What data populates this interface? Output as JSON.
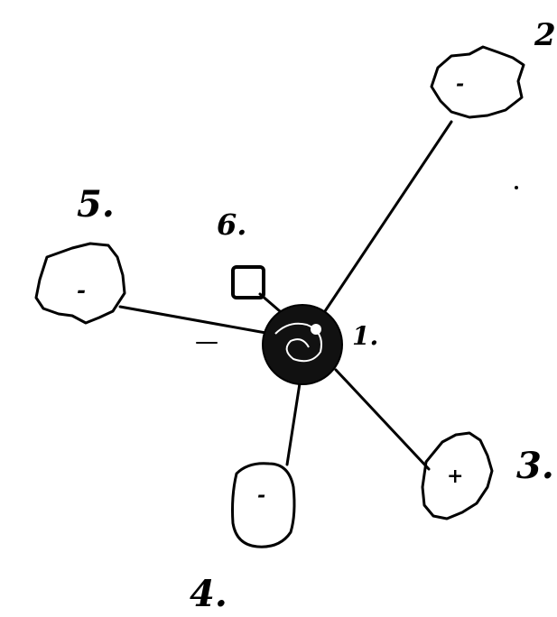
{
  "diagram": {
    "labels": {
      "center": "1.",
      "top_right": "2",
      "bottom_right": "3.",
      "bottom": "4.",
      "left": "5.",
      "small_square": "6."
    },
    "node_marks": {
      "left": "-",
      "top_right": "-",
      "bottom": "-",
      "bottom_right": "+"
    },
    "colors": {
      "ink": "#000000",
      "background": "#ffffff"
    }
  }
}
